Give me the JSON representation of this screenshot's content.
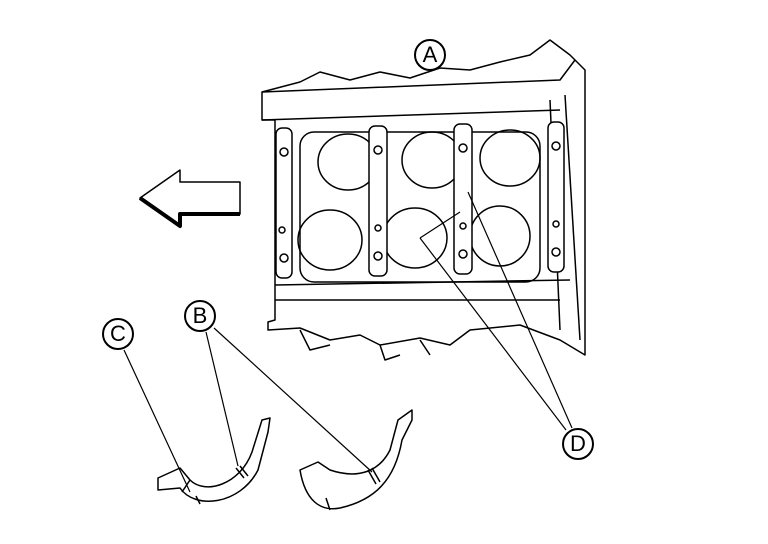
{
  "diagram": {
    "callouts": {
      "A": "A",
      "B": "B",
      "C": "C",
      "D": "D"
    },
    "colors": {
      "line": "#000000",
      "background": "#ffffff"
    }
  }
}
